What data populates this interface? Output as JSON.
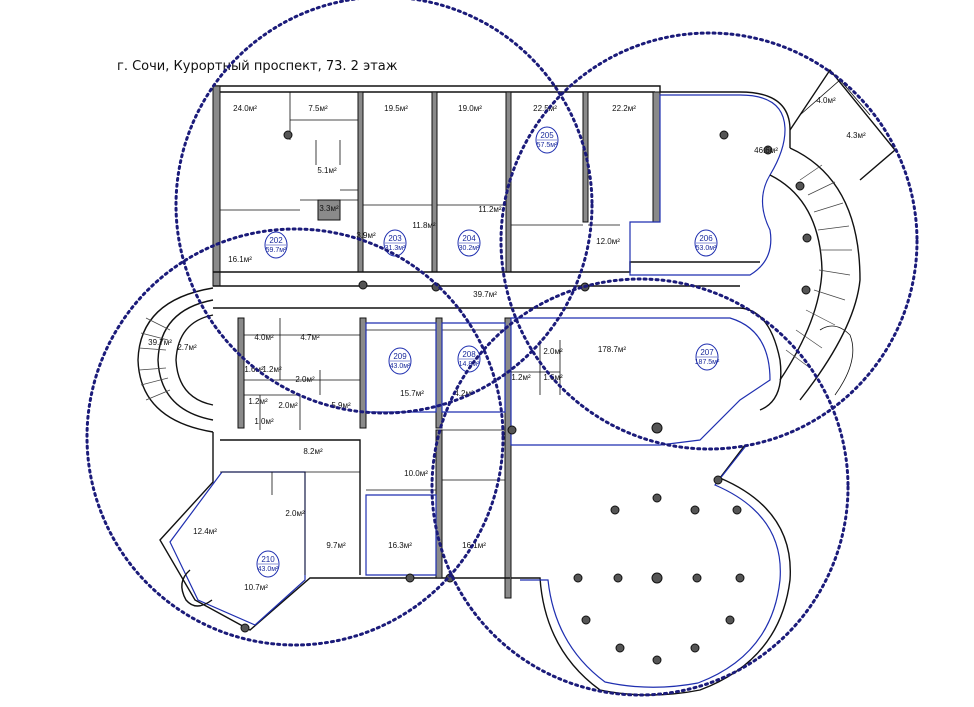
{
  "header": {
    "title": "г. Сочи, Курортный  проспект, 73. 2 этаж"
  },
  "rooms": [
    {
      "id": "202",
      "number": "202",
      "area": "59.7м²"
    },
    {
      "id": "203",
      "number": "203",
      "area": "31.3м²"
    },
    {
      "id": "204",
      "number": "204",
      "area": "30.2м²"
    },
    {
      "id": "205",
      "number": "205",
      "area": "57.5м²"
    },
    {
      "id": "206",
      "number": "206",
      "area": "53.0м²"
    },
    {
      "id": "207",
      "number": "207",
      "area": "187.5м²"
    },
    {
      "id": "208",
      "number": "208",
      "area": "14.8м²"
    },
    {
      "id": "209",
      "number": "209",
      "area": "43.0м²"
    },
    {
      "id": "210",
      "number": "210",
      "area": "43.0м²"
    }
  ],
  "area_labels": [
    "24.0м²",
    "7.5м²",
    "19.5м²",
    "19.0м²",
    "22.5м²",
    "22.2м²",
    "4.0м²",
    "4.3м²",
    "46.6м²",
    "5.1м²",
    "3.3м²",
    "3.9м²",
    "11.8м²",
    "11.2м²",
    "12.0м²",
    "16.1м²",
    "39.7м²",
    "39.7м²",
    "2.7м²",
    "4.0м²",
    "4.7м²",
    "1.6м²",
    "1.2м²",
    "2.0м²",
    "1.2м²",
    "2.0м²",
    "5.9м²",
    "1.0м²",
    "15.7м²",
    "4.2м²",
    "2.0м²",
    "1.2м²",
    "1.6м²",
    "178.7м²",
    "8.2м²",
    "10.0м²",
    "2.0м²",
    "12.4м²",
    "9.7м²",
    "16.3м²",
    "16.1м²",
    "10.7м²"
  ],
  "coverage_zones": [
    {
      "id": "north-west",
      "r": 208
    },
    {
      "id": "north-east",
      "r": 208
    },
    {
      "id": "west",
      "r": 208
    },
    {
      "id": "south-east",
      "r": 208
    }
  ]
}
